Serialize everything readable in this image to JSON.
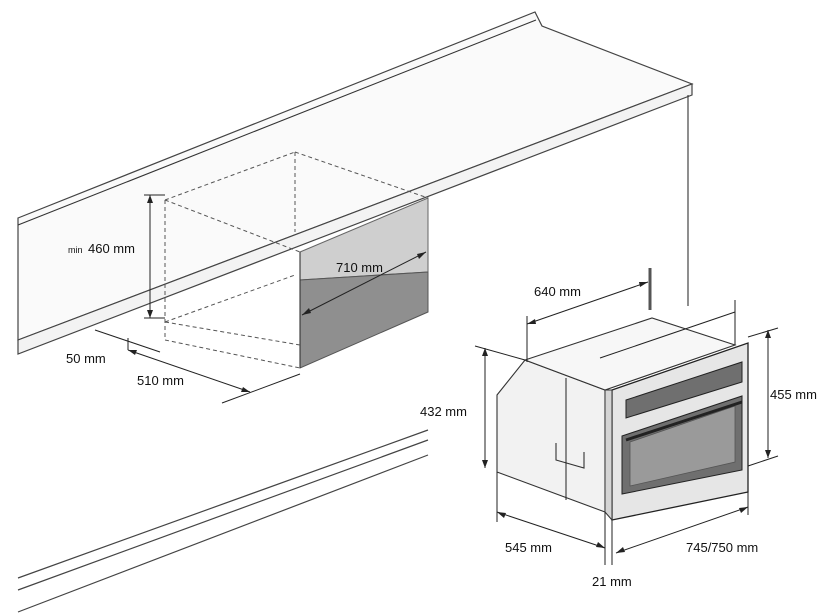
{
  "labels": {
    "niche_min_prefix": "min",
    "niche_height": "460 mm",
    "niche_width": "710 mm",
    "niche_gap": "50 mm",
    "niche_depth": "510 mm",
    "oven_width": "640 mm",
    "oven_body_height": "432 mm",
    "oven_front_height": "455 mm",
    "oven_depth": "545 mm",
    "oven_front_width": "745/750 mm",
    "oven_front_thickness": "21 mm"
  },
  "colors": {
    "niche_back_panel": "#cfcfcf",
    "niche_floor_panel": "#8f8f8f",
    "oven_body": "#f2f2f2",
    "oven_front": "#e6e6e6",
    "oven_window": "#6f6f6f"
  }
}
